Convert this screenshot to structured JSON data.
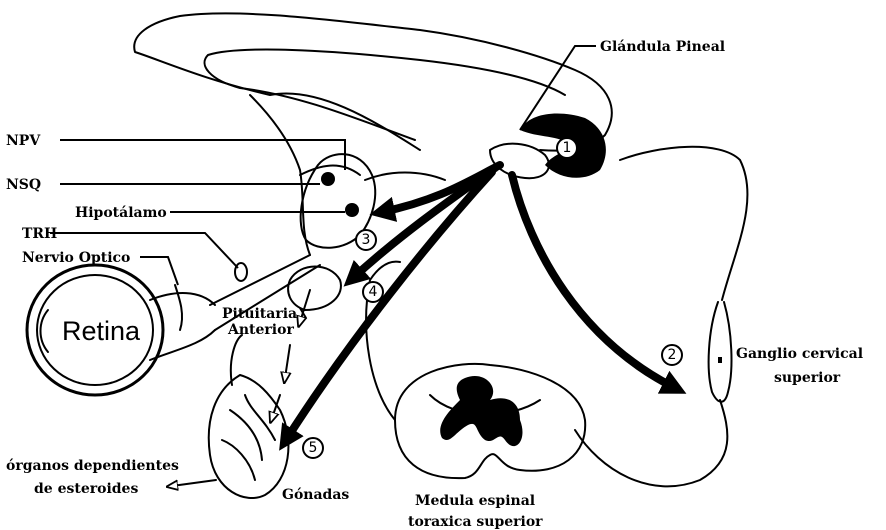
{
  "labels": {
    "pineal": "Glándula Pineal",
    "npv": "NPV",
    "nsq": "NSQ",
    "hipotalamo": "Hipotálamo",
    "trh": "TRH",
    "nervio_optico": "Nervio Optico",
    "retina": "Retina",
    "pituitaria_line1": "Pituitaria",
    "pituitaria_line2": "Anterior",
    "ganglio_line1": "Ganglio cervical",
    "ganglio_line2": "superior",
    "organos_line1": "órganos dependientes",
    "organos_line2": "de esteroides",
    "gonadas": "Gónadas",
    "medula_line1": "Medula espinal",
    "medula_line2": "toraxica superior"
  },
  "markers": [
    "1",
    "2",
    "3",
    "4",
    "5"
  ]
}
